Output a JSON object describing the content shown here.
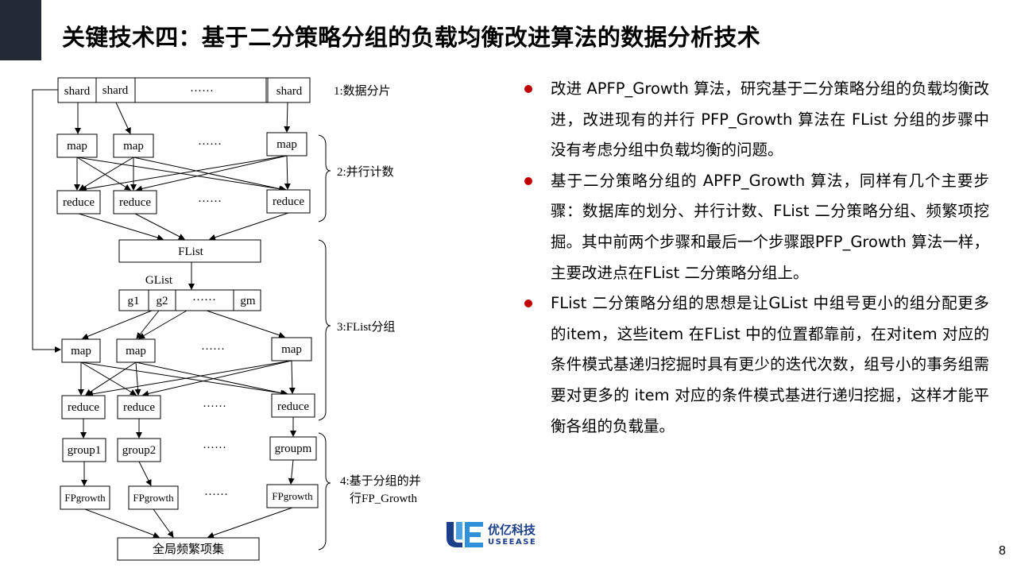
{
  "slide": {
    "title": "关键技术四：基于二分策略分组的负载均衡改进算法的数据分析技术",
    "page_number": "8"
  },
  "diagram": {
    "shards": [
      "shard",
      "shard",
      "······",
      "shard"
    ],
    "map_label": "map",
    "reduce_label": "reduce",
    "ellipsis": "······",
    "flist": "FList",
    "glist_label": "GList",
    "glist_cells": [
      "g1",
      "g2",
      "······",
      "gm"
    ],
    "groups": [
      "group1",
      "group2",
      "groupm"
    ],
    "fpgrowth_label": "FPgrowth",
    "final": "全局频繁项集",
    "steps": {
      "s1": "1:数据分片",
      "s2": "2:并行计数",
      "s3": "3:FList分组",
      "s4_line1": "4:基于分组的并",
      "s4_line2": "行FP_Growth"
    }
  },
  "bullets": [
    "改进 APFP_Growth 算法，研究基于二分策略分组的负载均衡改进，改进现有的并行 PFP_Growth 算法在 FList 分组的步骤中没有考虑分组中负载均衡的问题。",
    "基于二分策略分组的 APFP_Growth 算法，同样有几个主要步骤：数据库的划分、并行计数、FList 二分策略分组、频繁项挖掘。其中前两个步骤和最后一个步骤跟PFP_Growth 算法一样，主要改进点在FList 二分策略分组上。",
    "FList 二分策略分组的思想是让GList 中组号更小的组分配更多的item，这些item 在FList 中的位置都靠前，在对item 对应的条件模式基递归挖掘时具有更少的迭代次数，组号小的事务组需要对更多的 item 对应的条件模式基进行递归挖掘，这样才能平衡各组的负载量。"
  ],
  "logo": {
    "name_cn": "优亿科技",
    "name_en": "USEEASE"
  },
  "colors": {
    "corner_block": "#222a35",
    "bullet_dot": "#c00000",
    "logo_blue": "#1b3f8b",
    "logo_light_blue": "#2f8fd8"
  }
}
